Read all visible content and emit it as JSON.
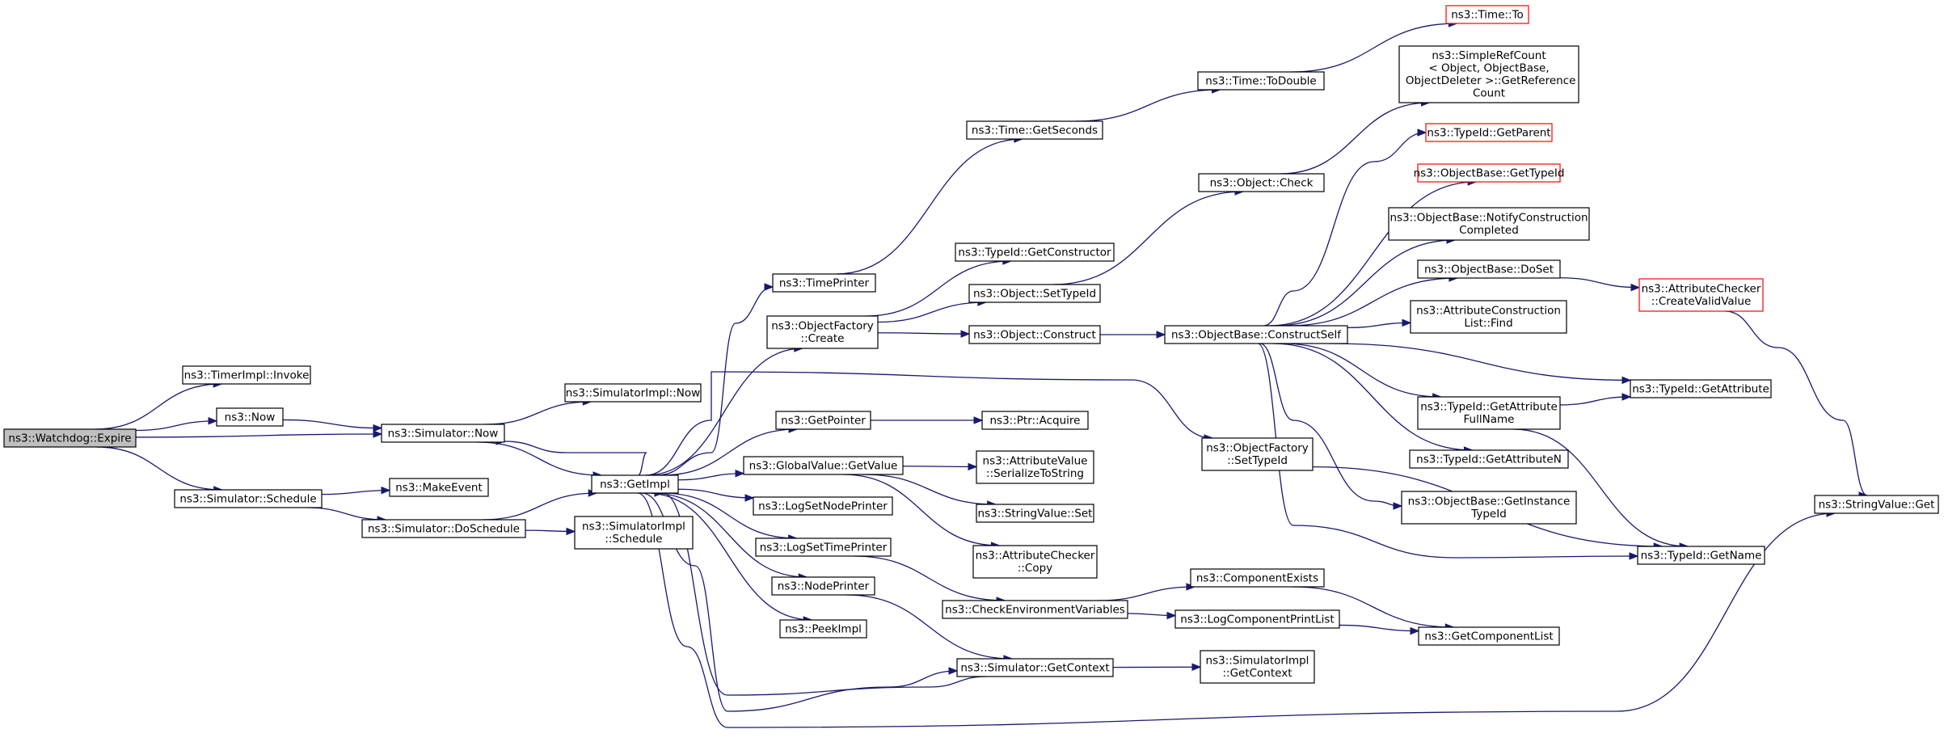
{
  "colors": {
    "edge": "#191970",
    "node_border": "#000000",
    "node_border_incomplete": "#ff0000",
    "root_fill": "#bfbfbf",
    "background": "#ffffff"
  },
  "graph": {
    "nodes": [
      {
        "id": "expire",
        "label": "ns3::Watchdog::Expire",
        "root": true
      },
      {
        "id": "timerimpl_invoke",
        "label": "ns3::TimerImpl::Invoke"
      },
      {
        "id": "now",
        "label": "ns3::Now"
      },
      {
        "id": "sim_now",
        "label": "ns3::Simulator::Now"
      },
      {
        "id": "simimpl_now",
        "label": "ns3::SimulatorImpl::Now"
      },
      {
        "id": "sim_schedule",
        "label": "ns3::Simulator::Schedule"
      },
      {
        "id": "makeevent",
        "label": "ns3::MakeEvent"
      },
      {
        "id": "sim_doschedule",
        "label": "ns3::Simulator::DoSchedule"
      },
      {
        "id": "simimpl_schedule",
        "label": "ns3::SimulatorImpl\n::Schedule"
      },
      {
        "id": "getimpl",
        "label": "ns3::GetImpl"
      },
      {
        "id": "timeprinter",
        "label": "ns3::TimePrinter"
      },
      {
        "id": "objfactory_create",
        "label": "ns3::ObjectFactory\n::Create"
      },
      {
        "id": "getpointer",
        "label": "ns3::GetPointer"
      },
      {
        "id": "globalvalue_getvalue",
        "label": "ns3::GlobalValue::GetValue"
      },
      {
        "id": "logsetnodeprinter",
        "label": "ns3::LogSetNodePrinter"
      },
      {
        "id": "logsettimeprinter",
        "label": "ns3::LogSetTimePrinter"
      },
      {
        "id": "nodeprinter",
        "label": "ns3::NodePrinter"
      },
      {
        "id": "peekimpl",
        "label": "ns3::PeekImpl"
      },
      {
        "id": "time_getseconds",
        "label": "ns3::Time::GetSeconds"
      },
      {
        "id": "time_todouble",
        "label": "ns3::Time::ToDouble"
      },
      {
        "id": "time_to",
        "label": "ns3::Time::To",
        "incomplete": true
      },
      {
        "id": "typeid_getconstructor",
        "label": "ns3::TypeId::GetConstructor"
      },
      {
        "id": "object_settypeid",
        "label": "ns3::Object::SetTypeId"
      },
      {
        "id": "object_construct",
        "label": "ns3::Object::Construct"
      },
      {
        "id": "ptr_acquire",
        "label": "ns3::Ptr::Acquire"
      },
      {
        "id": "attrvalue_serialize",
        "label": "ns3::AttributeValue\n::SerializeToString"
      },
      {
        "id": "stringvalue_set",
        "label": "ns3::StringValue::Set"
      },
      {
        "id": "attrchecker_copy",
        "label": "ns3::AttributeChecker\n::Copy"
      },
      {
        "id": "checkenv",
        "label": "ns3::CheckEnvironmentVariables"
      },
      {
        "id": "sim_getcontext",
        "label": "ns3::Simulator::GetContext"
      },
      {
        "id": "object_check",
        "label": "ns3::Object::Check"
      },
      {
        "id": "simplerefcount",
        "label": "ns3::SimpleRefCount\n< Object, ObjectBase,\n ObjectDeleter >::GetReference\nCount"
      },
      {
        "id": "objbase_constructself",
        "label": "ns3::ObjectBase::ConstructSelf"
      },
      {
        "id": "objfactory_settypeid",
        "label": "ns3::ObjectFactory\n::SetTypeId"
      },
      {
        "id": "componentexists",
        "label": "ns3::ComponentExists"
      },
      {
        "id": "logcomponentprintlist",
        "label": "ns3::LogComponentPrintList"
      },
      {
        "id": "simimpl_getcontext",
        "label": "ns3::SimulatorImpl\n::GetContext"
      },
      {
        "id": "typeid_getparent",
        "label": "ns3::TypeId::GetParent",
        "incomplete": true
      },
      {
        "id": "objbase_gettypeid",
        "label": "ns3::ObjectBase::GetTypeId",
        "incomplete": true
      },
      {
        "id": "objbase_notify",
        "label": "ns3::ObjectBase::NotifyConstruction\nCompleted"
      },
      {
        "id": "objbase_doset",
        "label": "ns3::ObjectBase::DoSet"
      },
      {
        "id": "attrconstructionlist_find",
        "label": "ns3::AttributeConstruction\nList::Find"
      },
      {
        "id": "typeid_getattrfullname",
        "label": "ns3::TypeId::GetAttribute\nFullName"
      },
      {
        "id": "typeid_getattrn",
        "label": "ns3::TypeId::GetAttributeN"
      },
      {
        "id": "objbase_getinstancetypeid",
        "label": "ns3::ObjectBase::GetInstance\nTypeId"
      },
      {
        "id": "attrchecker_createvalid",
        "label": "ns3::AttributeChecker\n::CreateValidValue",
        "incomplete": true
      },
      {
        "id": "typeid_getattribute",
        "label": "ns3::TypeId::GetAttribute"
      },
      {
        "id": "typeid_getname",
        "label": "ns3::TypeId::GetName"
      },
      {
        "id": "getcomponentlist",
        "label": "ns3::GetComponentList"
      },
      {
        "id": "stringvalue_get",
        "label": "ns3::StringValue::Get"
      }
    ],
    "edges": [
      [
        "expire",
        "timerimpl_invoke"
      ],
      [
        "expire",
        "now"
      ],
      [
        "expire",
        "sim_now"
      ],
      [
        "expire",
        "sim_schedule"
      ],
      [
        "now",
        "sim_now"
      ],
      [
        "sim_now",
        "simimpl_now"
      ],
      [
        "sim_now",
        "getimpl"
      ],
      [
        "sim_schedule",
        "makeevent"
      ],
      [
        "sim_schedule",
        "sim_doschedule"
      ],
      [
        "sim_doschedule",
        "getimpl"
      ],
      [
        "sim_doschedule",
        "simimpl_schedule"
      ],
      [
        "getimpl",
        "sim_now"
      ],
      [
        "getimpl",
        "timeprinter"
      ],
      [
        "getimpl",
        "objfactory_create"
      ],
      [
        "getimpl",
        "objfactory_settypeid"
      ],
      [
        "getimpl",
        "getpointer"
      ],
      [
        "getimpl",
        "globalvalue_getvalue"
      ],
      [
        "getimpl",
        "logsetnodeprinter"
      ],
      [
        "getimpl",
        "logsettimeprinter"
      ],
      [
        "getimpl",
        "nodeprinter"
      ],
      [
        "getimpl",
        "peekimpl"
      ],
      [
        "getimpl",
        "sim_getcontext"
      ],
      [
        "getimpl",
        "stringvalue_get"
      ],
      [
        "timeprinter",
        "time_getseconds"
      ],
      [
        "time_getseconds",
        "time_todouble"
      ],
      [
        "time_todouble",
        "time_to"
      ],
      [
        "objfactory_create",
        "typeid_getconstructor"
      ],
      [
        "objfactory_create",
        "object_settypeid"
      ],
      [
        "objfactory_create",
        "object_construct"
      ],
      [
        "object_settypeid",
        "object_check"
      ],
      [
        "object_check",
        "simplerefcount"
      ],
      [
        "object_construct",
        "objbase_constructself"
      ],
      [
        "objbase_constructself",
        "typeid_getparent"
      ],
      [
        "objbase_constructself",
        "objbase_gettypeid"
      ],
      [
        "objbase_constructself",
        "objbase_notify"
      ],
      [
        "objbase_constructself",
        "objbase_doset"
      ],
      [
        "objbase_constructself",
        "attrconstructionlist_find"
      ],
      [
        "objbase_constructself",
        "typeid_getattribute"
      ],
      [
        "objbase_constructself",
        "typeid_getattrfullname"
      ],
      [
        "objbase_constructself",
        "typeid_getattrn"
      ],
      [
        "objbase_constructself",
        "objbase_getinstancetypeid"
      ],
      [
        "objbase_constructself",
        "typeid_getname"
      ],
      [
        "objbase_doset",
        "attrchecker_createvalid"
      ],
      [
        "attrchecker_createvalid",
        "stringvalue_get"
      ],
      [
        "typeid_getattrfullname",
        "typeid_getattribute"
      ],
      [
        "typeid_getattrfullname",
        "typeid_getname"
      ],
      [
        "objfactory_settypeid",
        "typeid_getname"
      ],
      [
        "getpointer",
        "ptr_acquire"
      ],
      [
        "globalvalue_getvalue",
        "attrvalue_serialize"
      ],
      [
        "globalvalue_getvalue",
        "stringvalue_set"
      ],
      [
        "globalvalue_getvalue",
        "attrchecker_copy"
      ],
      [
        "logsettimeprinter",
        "checkenv"
      ],
      [
        "nodeprinter",
        "sim_getcontext"
      ],
      [
        "checkenv",
        "componentexists"
      ],
      [
        "checkenv",
        "logcomponentprintlist"
      ],
      [
        "componentexists",
        "getcomponentlist"
      ],
      [
        "logcomponentprintlist",
        "getcomponentlist"
      ],
      [
        "sim_getcontext",
        "getimpl"
      ],
      [
        "sim_getcontext",
        "simimpl_getcontext"
      ]
    ]
  }
}
